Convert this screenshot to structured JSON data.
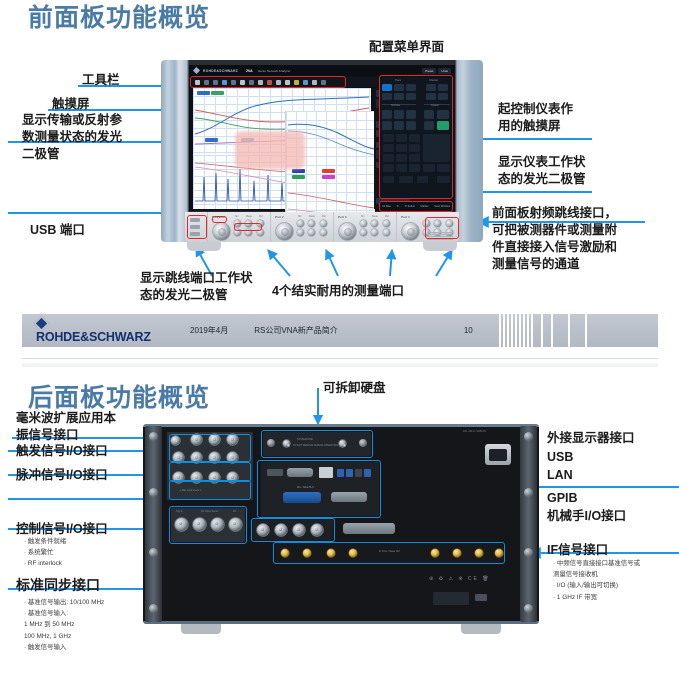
{
  "slide_front": {
    "title": "前面板功能概览",
    "callouts": {
      "toolbar": "工具栏",
      "touchscreen": "触摸屏",
      "led_trans_refl": "显示传输或反射参\n数测量状态的发光\n二极管",
      "usb_ports": "USB 端口",
      "config_menu": "配置菜单界面",
      "control_touchscreen": "起控制仪表作\n用的触摸屏",
      "status_led": "显示仪表工作状\n态的发光二极管",
      "rf_jumper": "前面板射频跳线接口，\n可把被测器件或测量附\n件直接接入信号激励和\n测量信号的通道",
      "jumper_led": "显示跳线端口工作状\n态的发光二极管",
      "four_ports": "4个结实耐用的测量端口"
    },
    "device": {
      "brand": "ROHDE&SCHWARZ",
      "model": "ZNA",
      "model_desc": "Vector Network Analyzer",
      "badges": [
        "Preset",
        "Undo"
      ],
      "port_labels": [
        "Port 1",
        "Port 2",
        "Port 3",
        "Port 4"
      ],
      "jumper_labels": [
        "a1",
        "b1",
        "Src",
        "Meas",
        "Ref"
      ],
      "hotkeys": [
        "Ch Man",
        "Tr",
        "Tr Select",
        "Marker",
        "Scan Window"
      ]
    }
  },
  "footer": {
    "brand": "ROHDE&SCHWARZ",
    "date": "2019年4月",
    "description": "RS公司VNA新产品简介",
    "page": "10"
  },
  "slide_rear": {
    "title": "后面板功能概览",
    "callouts": {
      "mmwave_lo": "毫米波扩展应用本\n振信号接口",
      "trigger_io": "触发信号I/O接口",
      "pulse_io": "脉冲信号I/O接口",
      "control_io": "控制信号I/O接口",
      "control_io_notes": "·  触发条件就绪\n·  系统繁忙\n·  RF interlock",
      "sync_iface": "标准同步接口",
      "sync_notes": "·  基准信号输出: 10/100 MHz\n·  基准信号输入:\n      1 MHz 到 50 MHz\n      100 MHz, 1 GHz\n·  触发信号输入",
      "removable_disk": "可拆卸硬盘",
      "ext_display": "外接显示器接口",
      "usb": "USB",
      "lan": "LAN",
      "gpib": "GPIB",
      "handler_io": "机械手I/O接口",
      "if_iface": "IF信号接口",
      "if_notes": "·  中频信号直接接口基准信号或\n    测量信号接收机\n·  I/O (输入/输出可切换)\n·  1 GHz IF 带宽"
    }
  },
  "colors": {
    "title_blue": "#4a7ba8",
    "arrow_blue": "#2196e8",
    "highlight_red": "#e8232a",
    "highlight_blue": "#0b8fe0",
    "footer_bg": "#bcc2cc",
    "brand_blue": "#14306e"
  }
}
